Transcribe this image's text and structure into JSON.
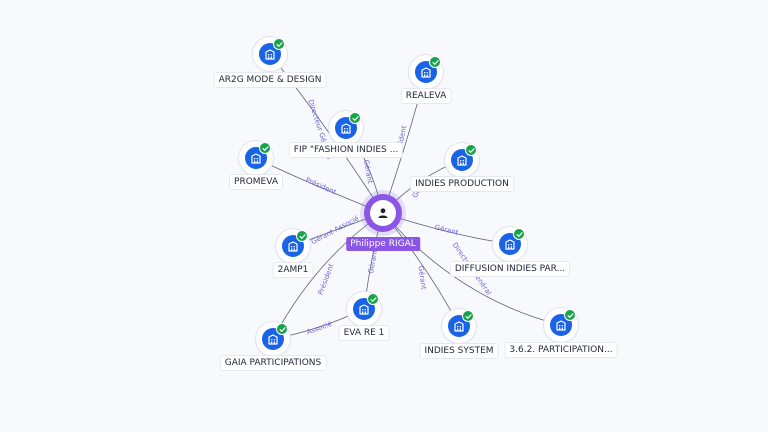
{
  "center": {
    "name": "Philippe RIGAL"
  },
  "companies": [
    {
      "id": "ar2g",
      "name": "AR2G MODE & DESIGN"
    },
    {
      "id": "realeva",
      "name": "REALEVA"
    },
    {
      "id": "fip",
      "name": "FIP \"FASHION INDIES ..."
    },
    {
      "id": "promeva",
      "name": "PROMEVA"
    },
    {
      "id": "indies_prod",
      "name": "INDIES PRODUCTION"
    },
    {
      "id": "2amp1",
      "name": "2AMP1"
    },
    {
      "id": "diffusion",
      "name": "DIFFUSION INDIES PAR..."
    },
    {
      "id": "eva",
      "name": "EVA RE 1"
    },
    {
      "id": "gaia",
      "name": "GAIA PARTICIPATIONS"
    },
    {
      "id": "indies_sys",
      "name": "INDIES SYSTEM"
    },
    {
      "id": "p362",
      "name": "3.6.2. PARTICIPATION..."
    }
  ],
  "relations": [
    {
      "label": "Directeur Général"
    },
    {
      "label": "Président"
    },
    {
      "label": "Gérant"
    },
    {
      "label": "Président"
    },
    {
      "label": "Gérant"
    },
    {
      "label": "Gérant Associé"
    },
    {
      "label": "Gérant"
    },
    {
      "label": "Directeur Général"
    },
    {
      "label": "Gérant"
    },
    {
      "label": "Président"
    },
    {
      "label": "Associé"
    },
    {
      "label": "Gérant"
    }
  ],
  "icons": {
    "company": "building-icon",
    "verified": "verified-check-icon",
    "person": "person-icon"
  },
  "colors": {
    "company": "#1a63e6",
    "verified": "#17a34a",
    "person": "#8b55e6",
    "relation_text": "#6f68d6"
  }
}
